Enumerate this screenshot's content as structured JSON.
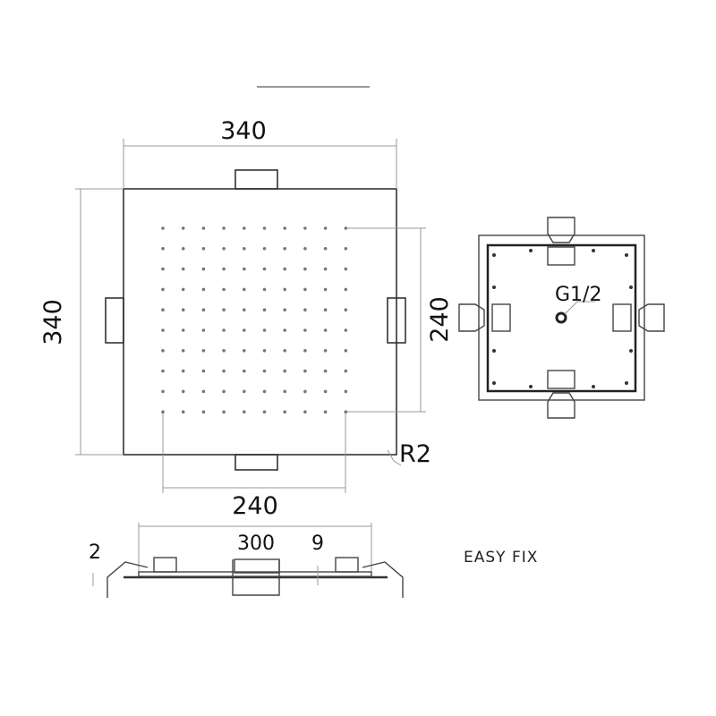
{
  "top_view": {
    "width_dim": "340",
    "height_dim": "340",
    "nozzle_width_dim": "240",
    "nozzle_height_dim": "240",
    "radius_dim": "R2"
  },
  "back_view": {
    "inlet_label": "G1/2"
  },
  "side_view": {
    "span_dim": "300",
    "thickness_dim": "2",
    "height_dim": "9"
  },
  "caption": "EASY FIX"
}
